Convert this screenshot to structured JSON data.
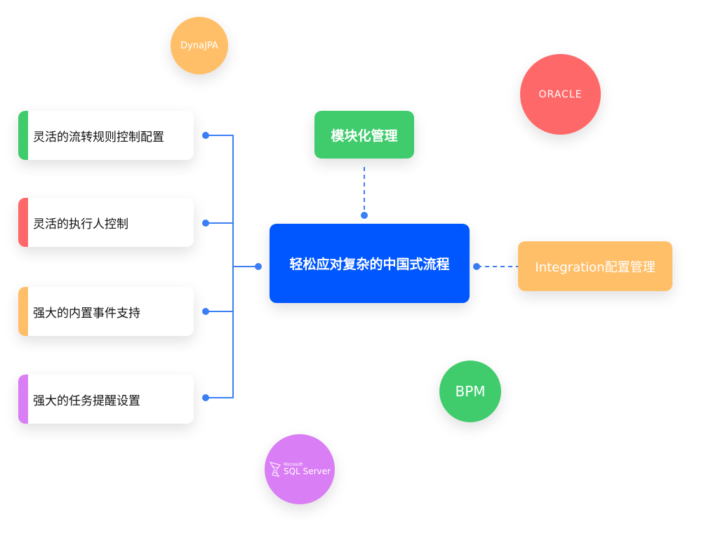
{
  "colors": {
    "line": "#3b7ff5",
    "center": "#0057ff",
    "green": "#40cc6d",
    "red": "#ff6868",
    "orange": "#ffbf69",
    "purple": "#d97ef5"
  },
  "bubbles": [
    {
      "id": "dynajpa",
      "label": "DynaJPA",
      "color": "#ffbf69"
    },
    {
      "id": "oracle",
      "label": "ORACLE",
      "color": "#ff6868"
    },
    {
      "id": "bpm",
      "label": "BPM",
      "color": "#40cc6d"
    },
    {
      "id": "sqlserver",
      "label_top": "Microsoft",
      "label": "SQL Server",
      "color": "#d97ef5"
    }
  ],
  "features": [
    {
      "label": "灵活的流转规则控制配置",
      "color": "#40cc6d"
    },
    {
      "label": "灵活的执行人控制",
      "color": "#ff6868"
    },
    {
      "label": "强大的内置事件支持",
      "color": "#ffbf69"
    },
    {
      "label": "强大的任务提醒设置",
      "color": "#d97ef5"
    }
  ],
  "center": {
    "label": "轻松应对复杂的中国式流程"
  },
  "top_node": {
    "label": "模块化管理"
  },
  "right_node": {
    "label": "Integration配置管理"
  }
}
